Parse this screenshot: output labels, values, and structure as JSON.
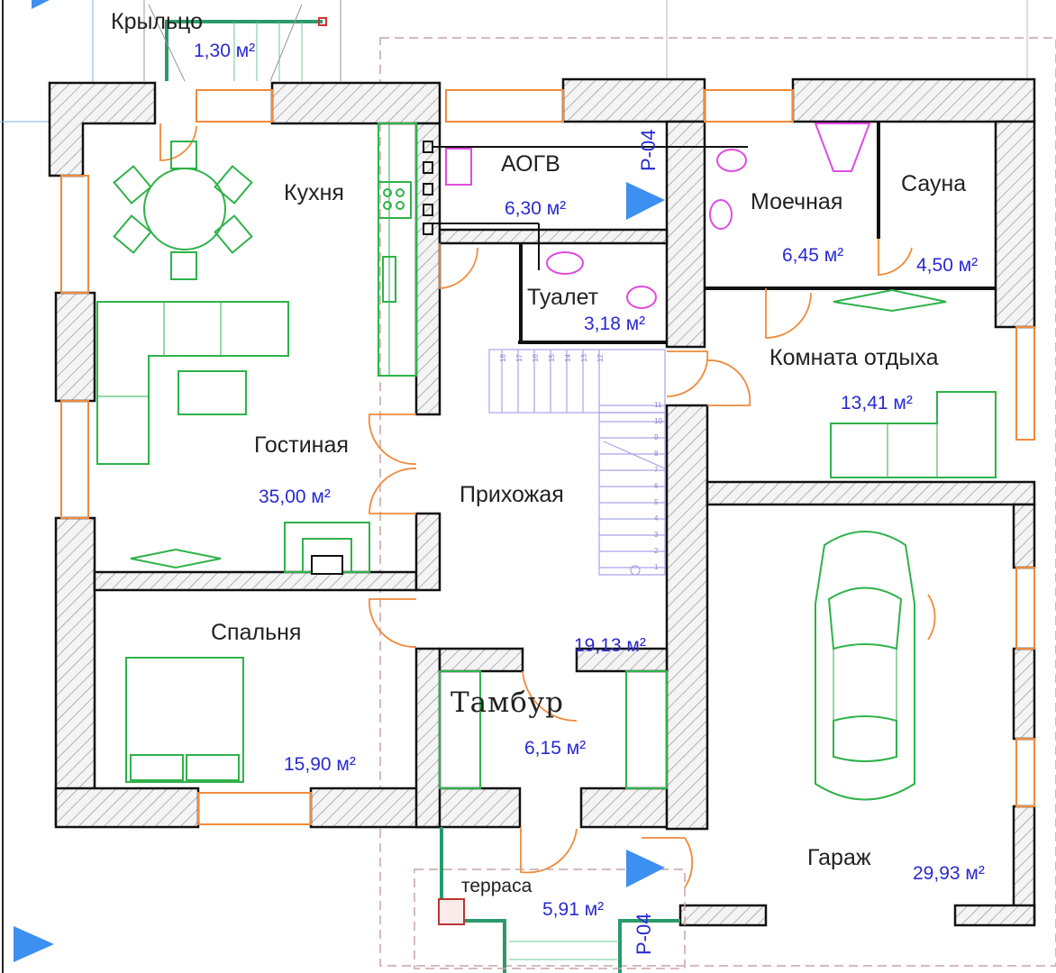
{
  "rooms": {
    "porch": {
      "name": "Крыльцо",
      "area": "1,30 м²"
    },
    "kitchen": {
      "name": "Кухня"
    },
    "boiler": {
      "name": "АОГВ",
      "area": "6,30 м²"
    },
    "washroom": {
      "name": "Моечная",
      "area": "6,45 м²"
    },
    "sauna": {
      "name": "Сауна",
      "area": "4,50 м²"
    },
    "toilet": {
      "name": "Туалет",
      "area": "3,18 м²"
    },
    "rest_room": {
      "name": "Комната отдыха",
      "area": "13,41 м²"
    },
    "living": {
      "name": "Гостиная",
      "area": "35,00 м²"
    },
    "hall": {
      "name": "Прихожая",
      "area": "19,13 м²"
    },
    "bedroom": {
      "name": "Спальня",
      "area": "15,90 м²"
    },
    "vestibule": {
      "name": "Тамбур",
      "area": "6,15 м²"
    },
    "garage": {
      "name": "Гараж",
      "area": "29,93 м²"
    },
    "terrace": {
      "name": "терраса",
      "area": "5,91 м²"
    }
  },
  "section_marks": {
    "top": "Р-04",
    "bottom": "Р-04"
  },
  "stair_steps": [
    "1",
    "2",
    "3",
    "4",
    "5",
    "6",
    "7",
    "8",
    "9",
    "10",
    "11",
    "12",
    "13",
    "14",
    "15",
    "16",
    "17",
    "18"
  ],
  "colors": {
    "walls": "#111111",
    "windows": "#f08a3c",
    "furniture": "#2fb24a",
    "area_text": "#2a2ad0",
    "section_marker": "#3d8ff0"
  }
}
